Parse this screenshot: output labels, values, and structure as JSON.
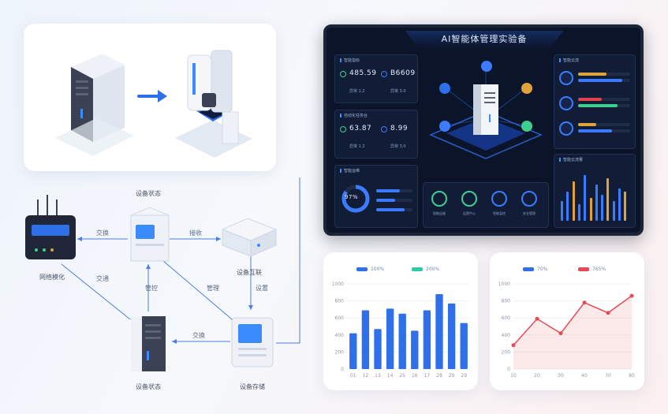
{
  "dashboard": {
    "title": "AI智能体管理实验备",
    "panels": [
      {
        "title": "智能指标",
        "stats": [
          {
            "value": "485.59"
          },
          {
            "value": "B6609"
          }
        ],
        "sub": [
          "异常 1.2",
          "异常 3.0"
        ]
      },
      {
        "title": "自动化任务台",
        "stats": [
          {
            "value": "63.87"
          },
          {
            "value": "8.99"
          }
        ],
        "sub": [
          "异常 1.2",
          "异常 3.0"
        ]
      },
      {
        "title": "智能运维",
        "gauge": "97%"
      },
      {
        "title": "智能云流"
      },
      {
        "title": "智能云流量"
      }
    ],
    "bottom_tiles": [
      "智能运维",
      "运营中心",
      "智能监控",
      "安全管理"
    ],
    "vbars": [
      30,
      45,
      60,
      25,
      70,
      35,
      55,
      40,
      65,
      30,
      50,
      45
    ],
    "hbars": [
      {
        "a": 0.55,
        "b": 0.85,
        "color_a": "#e0a23a",
        "color_b": "#3b7bff"
      },
      {
        "a": 0.45,
        "b": 0.75,
        "color_a": "#e0434c",
        "color_b": "#3ecf8e"
      },
      {
        "a": 0.35,
        "b": 0.65,
        "color_a": "#e0a23a",
        "color_b": "#3b7bff"
      }
    ]
  },
  "network": {
    "nodes": {
      "router": "网络模化",
      "top_server": "设备状态",
      "device_right": "设备互联",
      "bottom_server": "设备状态",
      "terminal": "设备存储"
    },
    "edges": {
      "router_top": "交换",
      "router_bottom": "交通",
      "top_right": "接收",
      "top_bottom": "管控",
      "top_terminal": "管理",
      "right_terminal": "设置",
      "bottom_terminal": "交换"
    }
  },
  "chart_data": [
    {
      "type": "bar",
      "legend": [
        "100%",
        "200%"
      ],
      "categories": [
        "01",
        "12",
        "13",
        "14",
        "25",
        "16",
        "17",
        "28",
        "29",
        "29"
      ],
      "values": [
        420,
        690,
        470,
        710,
        650,
        450,
        690,
        880,
        770,
        540
      ],
      "ylim": [
        0,
        1000
      ],
      "yticks": [
        "0",
        "200",
        "400",
        "600",
        "800",
        "1000"
      ],
      "colors": {
        "primary": "#2f6fea",
        "secondary": "#2fc9a4"
      }
    },
    {
      "type": "line",
      "legend": [
        "70%",
        "765%"
      ],
      "categories": [
        "10",
        "20",
        "30",
        "40",
        "70",
        "80"
      ],
      "values": [
        280,
        590,
        420,
        780,
        660,
        860
      ],
      "ylim": [
        0,
        1000
      ],
      "yticks": [
        "0",
        "200",
        "400",
        "600",
        "800",
        "1000"
      ],
      "colors": {
        "primary": "#e84a55",
        "legend_a": "#2f6fea",
        "legend_b": "#e84a55"
      }
    }
  ]
}
